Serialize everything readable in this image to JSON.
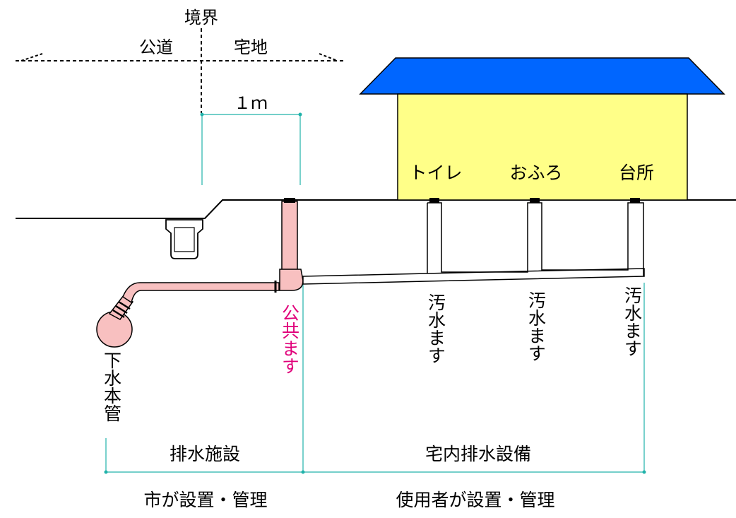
{
  "labels": {
    "boundary": "境界",
    "public_road": "公道",
    "residential_land": "宅地",
    "distance": "１ｍ",
    "toilet": "トイレ",
    "bath": "おふろ",
    "kitchen": "台所",
    "public_basin": "公共ます",
    "sewage_basin_1": "汚水ます",
    "sewage_basin_2": "汚水ます",
    "sewage_basin_3": "汚水ます",
    "sewer_main": "下水本管",
    "drainage_facility": "排水施設",
    "house_drainage": "宅内排水設備",
    "city_managed": "市が設置・管理",
    "user_managed": "使用者が設置・管理"
  },
  "colors": {
    "roof": "#0066ff",
    "house_wall": "#ffff88",
    "public_pipe": "#f8c0c0",
    "teal_line": "#20b2aa",
    "public_text": "#e0007a"
  }
}
